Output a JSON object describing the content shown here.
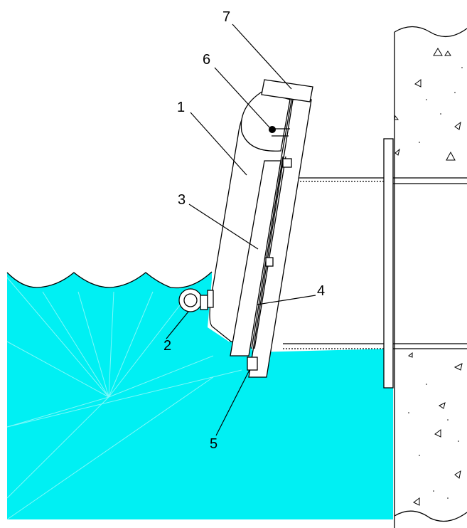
{
  "diagram": {
    "labels": [
      "1",
      "2",
      "3",
      "4",
      "5",
      "6",
      "7"
    ],
    "colors": {
      "water": "#00f0f3",
      "water_rays": "#7ff7f9",
      "line": "#000000",
      "background": "#ffffff"
    }
  }
}
